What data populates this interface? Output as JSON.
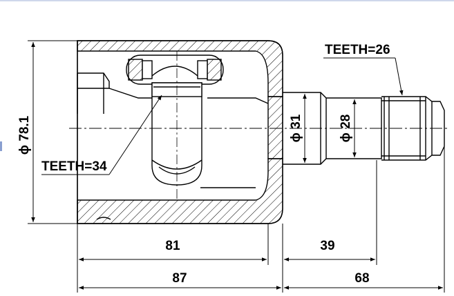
{
  "labels": {
    "teeth_left": "TEETH=34",
    "teeth_right": "TEETH=26",
    "dia_outer": "ϕ 78.1",
    "dia_mid": "ϕ 31",
    "dia_small": "ϕ 28",
    "len_81": "81",
    "len_39": "39",
    "len_87": "87",
    "len_68": "68"
  },
  "colors": {
    "line": "#000000",
    "background": "#ffffff",
    "edge_accent": "#3a5fb0"
  }
}
